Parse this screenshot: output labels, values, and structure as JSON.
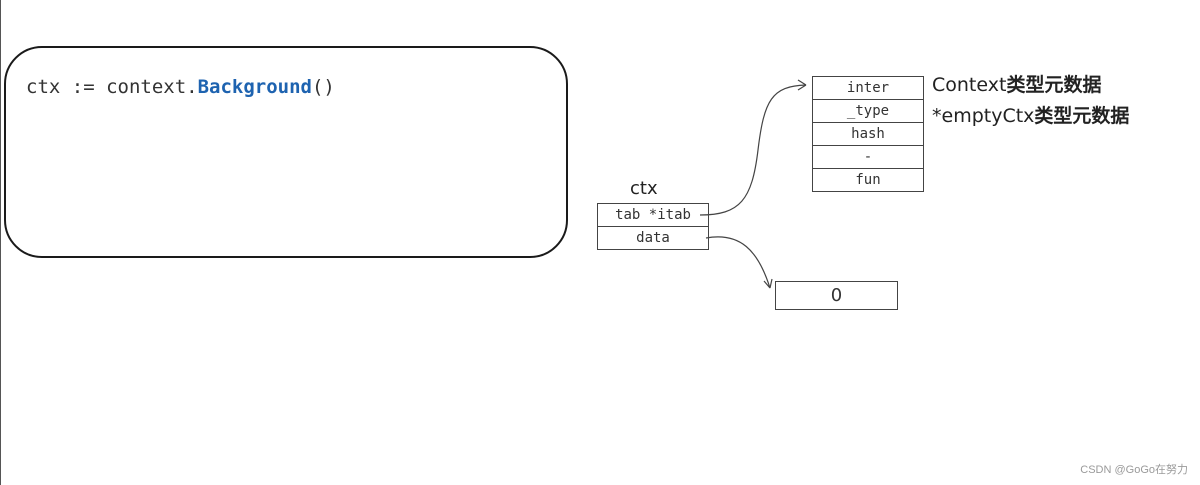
{
  "code": {
    "prefix": "ctx := context.",
    "function": "Background",
    "suffix": "()"
  },
  "ctx_struct": {
    "label": "ctx",
    "tab_field": "tab *itab",
    "data_field": "data"
  },
  "itab_table": {
    "rows": [
      "inter",
      "_type",
      "hash",
      "-",
      "fun"
    ]
  },
  "data_value": "0",
  "annotations": {
    "inter_prefix": "Context",
    "inter_suffix": "类型元数据",
    "type_prefix": "*emptyCtx",
    "type_suffix": "类型元数据"
  },
  "watermark": "CSDN @GoGo在努力",
  "colors": {
    "code_function": "#1e63b0",
    "line": "#444444"
  }
}
